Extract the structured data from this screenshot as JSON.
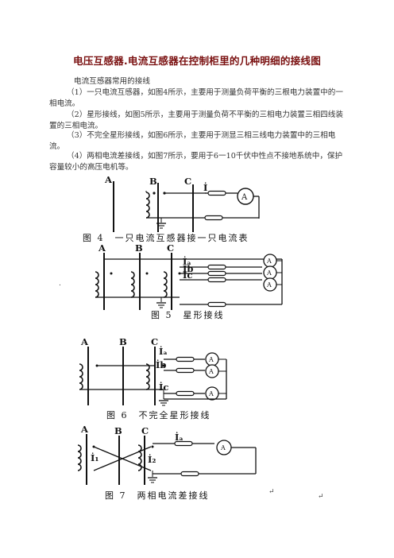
{
  "title": "电压互感器.电流互感器在控制柜里的几种明细的接线图",
  "paragraphs": [
    "电流互感器常用的接线",
    "（1）一只电流互感器，如图4所示，主要用于测量负荷平衡的三根电力装置中的一相电流。",
    "（2）星形接线，如图5所示，主要用于测量负荷不平衡的三相电力装置三相四线装置的三相电流。",
    "（3）不完全星形接线，如图6所示，主要用于测显三相三线电力装置中的三相电流。",
    "（4）两相电流差接线，如图7所示，要用于6一10千伏中性点不接地系统中，保护容量较小的高压电机等。"
  ],
  "figures": {
    "fig4": {
      "caption": "图 4　一只电流互感器接一只电流表",
      "phases": [
        "A",
        "B",
        "C"
      ],
      "current": "İ",
      "meter": "A"
    },
    "fig5": {
      "caption": "图 5　星形接线",
      "phases": [
        "A",
        "B",
        "C"
      ],
      "currents": [
        "İₐ",
        "İb",
        "İc"
      ],
      "meter": "A"
    },
    "fig6": {
      "caption": "图 6　不完全星形接线",
      "phases": [
        "A",
        "B",
        "C"
      ],
      "currents": [
        "İₐ",
        "İb",
        "İc"
      ],
      "meter": "A"
    },
    "fig7": {
      "caption": "图 7　两相电流差接线",
      "phases": [
        "A",
        "B",
        "C"
      ],
      "currents": [
        "İₐ",
        "İ₁",
        "İ₂"
      ],
      "meter": "A"
    }
  },
  "marks": {
    "return1": "↵",
    "return2": "↵",
    "bullet": "."
  }
}
